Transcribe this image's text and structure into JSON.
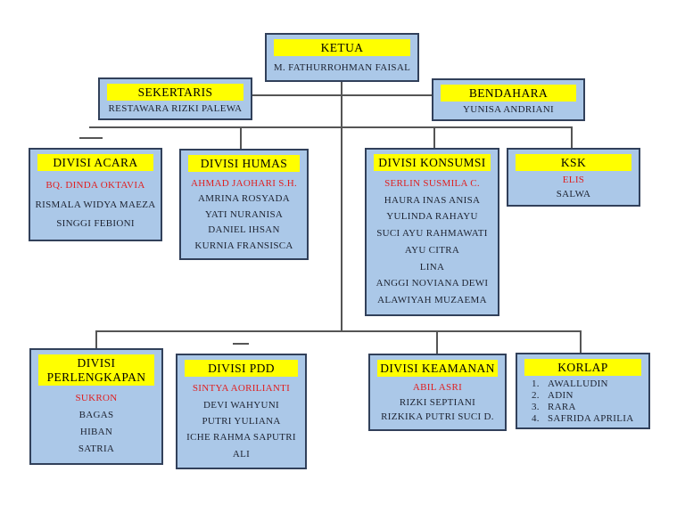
{
  "palette": {
    "box_fill": "#abc8e8",
    "box_border": "#31405a",
    "highlight": "#ffff00",
    "lead_color": "#e01f1f",
    "text_color": "#1c2230",
    "line_color": "#555555",
    "background": "#ffffff"
  },
  "boxes": {
    "ketua": {
      "title": "KETUA",
      "member": "M. FATHURROHMAN FAISAL"
    },
    "sekertaris": {
      "title": "SEKERTARIS",
      "member": "RESTAWARA RIZKI PALEWA"
    },
    "bendahara": {
      "title": "BENDAHARA",
      "member": "YUNISA ANDRIANI"
    },
    "acara": {
      "title": "DIVISI ACARA",
      "lead": "BQ. DINDA OKTAVIA",
      "members": [
        "RISMALA WIDYA MAEZA",
        "SINGGI FEBIONI"
      ]
    },
    "humas": {
      "title": "DIVISI HUMAS",
      "lead": "AHMAD JAOHARI S.H.",
      "members": [
        "AMRINA ROSYADA",
        "YATI NURANISA",
        "DANIEL IHSAN",
        "KURNIA FRANSISCA"
      ]
    },
    "konsumsi": {
      "title": "DIVISI KONSUMSI",
      "lead": "SERLIN SUSMILA C.",
      "members": [
        "HAURA INAS ANISA",
        "YULINDA RAHAYU",
        "SUCI AYU RAHMAWATI",
        "AYU CITRA",
        "LINA",
        "ANGGI NOVIANA DEWI",
        "ALAWIYAH MUZAEMA"
      ]
    },
    "ksk": {
      "title": "KSK",
      "lead": "ELIS",
      "members": [
        "SALWA"
      ]
    },
    "perlengkapan": {
      "title": "DIVISI PERLENGKAPAN",
      "lead": "SUKRON",
      "members": [
        "BAGAS",
        "HIBAN",
        "SATRIA"
      ]
    },
    "pdd": {
      "title": "DIVISI PDD",
      "lead": "SINTYA AORILIANTI",
      "members": [
        "DEVI WAHYUNI",
        "PUTRI YULIANA",
        "ICHE RAHMA SAPUTRI",
        "ALI"
      ]
    },
    "keamanan": {
      "title": "DIVISI KEAMANAN",
      "lead": "ABIL ASRI",
      "members": [
        "RIZKI SEPTIANI",
        "RIZKIKA PUTRI SUCI D."
      ]
    },
    "korlap": {
      "title": "KORLAP",
      "items": [
        {
          "num": "1.",
          "name": "AWALLUDIN"
        },
        {
          "num": "2.",
          "name": "ADIN"
        },
        {
          "num": "3.",
          "name": "RARA"
        },
        {
          "num": "4.",
          "name": "SAFRIDA APRILIA"
        }
      ]
    }
  }
}
